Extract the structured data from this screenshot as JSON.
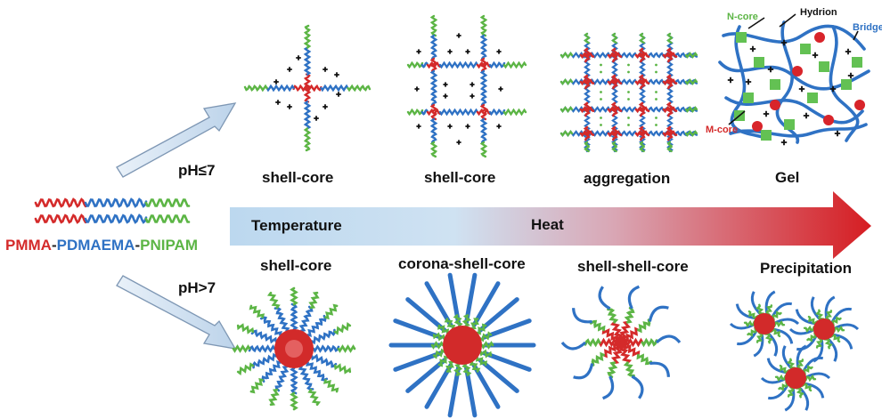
{
  "polymer": {
    "block1": "PMMA",
    "sep1": "-",
    "block2": "PDMAEMA",
    "sep2": "-",
    "block3": "PNIPAM"
  },
  "conditions": {
    "acidic": "pH≤7",
    "basic": "pH>7"
  },
  "arrow": {
    "left_label": "Temperature",
    "center_label": "Heat"
  },
  "top_row": [
    "shell-core",
    "shell-core",
    "aggregation",
    "Gel"
  ],
  "bottom_row": [
    "shell-core",
    "corona-shell-core",
    "shell-shell-core",
    "Precipitation"
  ],
  "gel_labels": {
    "n_core": "N-core",
    "hydrion": "Hydrion",
    "bridge": "Bridge",
    "m_core": "M-core",
    "charge": "+"
  },
  "colors": {
    "pmma": "#d42a2a",
    "pdmaema": "#2f72c4",
    "pnipam": "#5cb545",
    "ion": "#111111"
  }
}
